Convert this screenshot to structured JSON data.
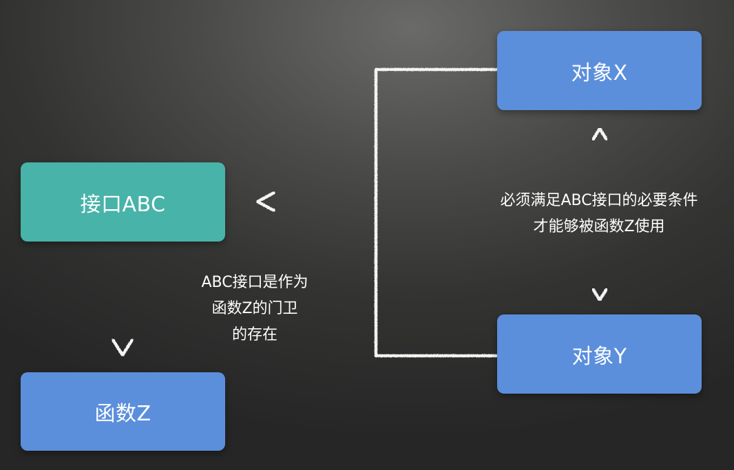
{
  "nodes": {
    "interface_abc": "接口ABC",
    "function_z": "函数Z",
    "object_x": "对象X",
    "object_y": "对象Y"
  },
  "notes": {
    "gatekeeper": [
      "ABC接口是作为",
      "函数Z的门卫",
      "的存在"
    ],
    "requirement": [
      "必须满足ABC接口的必要条件",
      "才能够被函数Z使用"
    ]
  },
  "colors": {
    "blue_node": "#5b8fdc",
    "teal_node": "#48b3a8",
    "chalk": "#f4f4f4"
  }
}
